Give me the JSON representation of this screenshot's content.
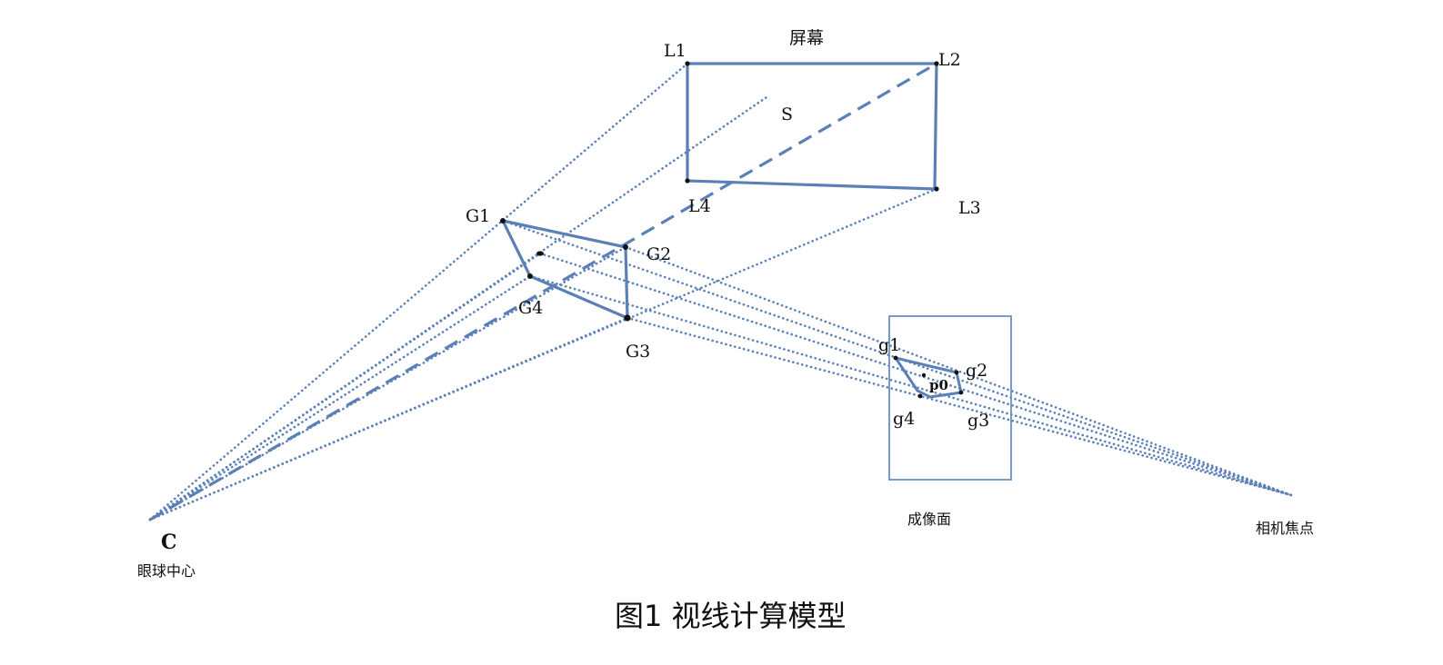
{
  "colors": {
    "line": "#5b80b8",
    "frame": "#6b8fc4",
    "point": "#111111",
    "text": "#111111"
  },
  "labels": {
    "screen_title": "屏幕",
    "screen_region": "S",
    "L1": "L1",
    "L2": "L2",
    "L3": "L3",
    "L4": "L4",
    "G1": "G1",
    "G2": "G2",
    "G3": "G3",
    "G4": "G4",
    "g1": "g1",
    "g2": "g2",
    "g3": "g3",
    "g4": "g4",
    "p0": "p0",
    "eye_point": "C",
    "eye_center": "眼球中心",
    "image_plane": "成像面",
    "camera_focus": "相机焦点"
  },
  "caption": "图1   视线计算模型"
}
